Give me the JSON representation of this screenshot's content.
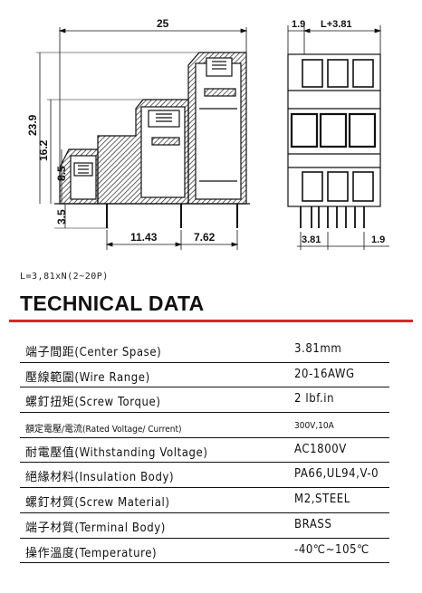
{
  "drawing": {
    "dims": {
      "width_25": "25",
      "h_23_9": "23.9",
      "h_16_2": "16.2",
      "h_8_5": "8.5",
      "h_3_5": "3.5",
      "w_11_43": "11.43",
      "w_7_62": "7.62",
      "w_1_9_top": "1.9",
      "pitch_top": "L+3.81",
      "pitch_bottom": "3.81",
      "w_1_9_bottom": "1.9"
    }
  },
  "formula": "L=3,81xN(2~20P)",
  "heading": "TECHNICAL DATA",
  "specs": [
    {
      "label": "端子間距(Center Spase)",
      "value": "3.81mm"
    },
    {
      "label": "壓線範圍(Wire Range)",
      "value": "20-16AWG"
    },
    {
      "label": "螺釘扭矩(Screw Torque)",
      "value": "2 lbf.in"
    },
    {
      "label": "額定電壓/電流(Rated Voltage/ Current)",
      "value": "300V,10A"
    },
    {
      "label": "耐電壓值(Withstanding Voltage)",
      "value": "AC1800V"
    },
    {
      "label": "絕緣材料(Insulation Body)",
      "value": "PA66,UL94,V-0"
    },
    {
      "label": "螺釘材質(Screw Material)",
      "value": "M2,STEEL"
    },
    {
      "label": "端子材質(Terminal Body)",
      "value": "BRASS"
    },
    {
      "label": "操作溫度(Temperature)",
      "value": "-40℃~105℃"
    }
  ]
}
